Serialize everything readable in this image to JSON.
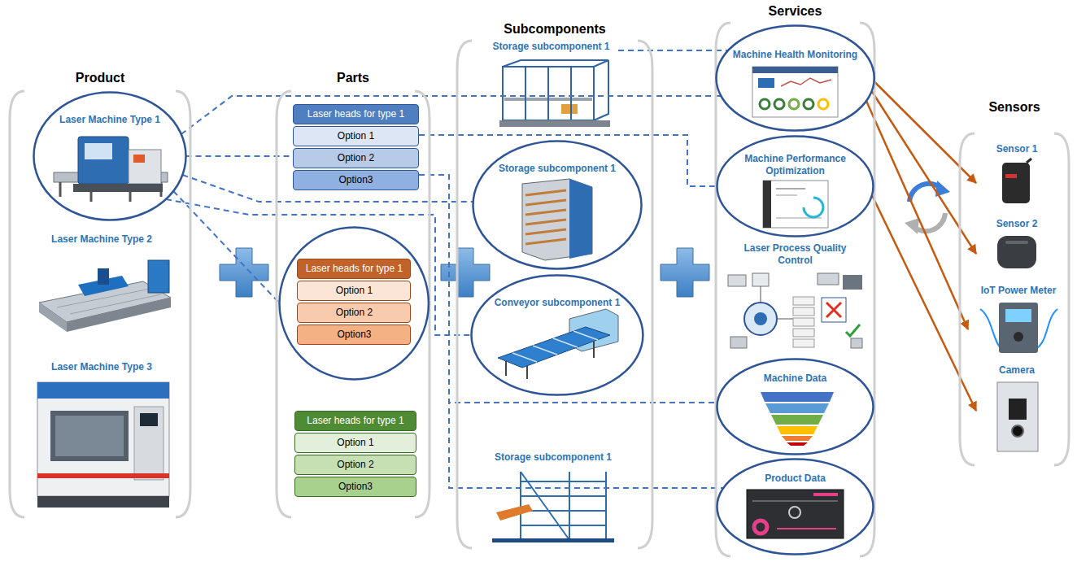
{
  "diagram": {
    "nodes": [
      {
        "text": [
          "Product"
        ]
      },
      {
        "text": [
          "Laser Machine Type 1"
        ],
        "in": 0
      },
      {
        "text": [
          "Laser Machine Type 2"
        ],
        "in": 0
      },
      {
        "text": [
          "Laser Machine Type 3"
        ],
        "in": 0
      },
      {
        "text": [
          "Parts"
        ]
      },
      {
        "text": [
          "Laser heads for type 1",
          "Option 1",
          "Option 2",
          "Option3"
        ],
        "in": 4
      },
      {
        "text": [
          "Laser heads for type 1",
          "Option 1",
          "Option 2",
          "Option3"
        ],
        "in": 4
      },
      {
        "text": [
          "Laser heads for type 1",
          "Option 1",
          "Option 2",
          "Option3"
        ],
        "in": 4
      },
      {
        "text": [
          "Subcomponents"
        ]
      },
      {
        "text": [
          "Storage subcomponent 1"
        ],
        "in": 8
      },
      {
        "text": [
          "Storage subcomponent 1"
        ],
        "in": 8
      },
      {
        "text": [
          "Conveyor subcomponent 1"
        ],
        "in": 8
      },
      {
        "text": [
          "Storage subcomponent 1"
        ],
        "in": 8
      },
      {
        "text": [
          "Services"
        ]
      },
      {
        "text": [
          "Machine Health Monitoring"
        ],
        "in": 13
      },
      {
        "text": [
          "Machine Performance Optimization"
        ],
        "in": 13
      },
      {
        "text": [
          "Laser Process Quality Control"
        ],
        "in": 13
      },
      {
        "text": [
          "Machine Data"
        ],
        "in": 13
      },
      {
        "text": [
          "Product Data"
        ],
        "in": 13
      },
      {
        "text": [
          "Sensors"
        ]
      },
      {
        "text": [
          "Sensor 1"
        ],
        "in": 19
      },
      {
        "text": [
          "Sensor 2"
        ],
        "in": 19
      },
      {
        "text": [
          "IoT Power Meter"
        ],
        "in": 19
      },
      {
        "text": [
          "Camera"
        ],
        "in": 19
      }
    ],
    "edges": [
      {
        "from": 1,
        "to": 5,
        "arrow": "none"
      },
      {
        "from": 1,
        "to": 6,
        "arrow": "none"
      },
      {
        "from": 1,
        "to": 10,
        "arrow": "none"
      },
      {
        "from": 1,
        "to": 11,
        "arrow": "none"
      },
      {
        "from": 1,
        "to": 14,
        "arrow": "none"
      },
      {
        "from": 9,
        "to": 14,
        "arrow": "none"
      },
      {
        "from": 5,
        "to": 15,
        "arrow": "none"
      },
      {
        "from": 5,
        "to": 17,
        "arrow": "none"
      },
      {
        "from": 5,
        "to": 18,
        "arrow": "none"
      },
      {
        "from": 14,
        "to": 20,
        "arrow": "to"
      },
      {
        "from": 14,
        "to": 21,
        "arrow": "to"
      },
      {
        "from": 14,
        "to": 22,
        "arrow": "to"
      },
      {
        "from": 15,
        "to": 23,
        "arrow": "to"
      }
    ]
  }
}
